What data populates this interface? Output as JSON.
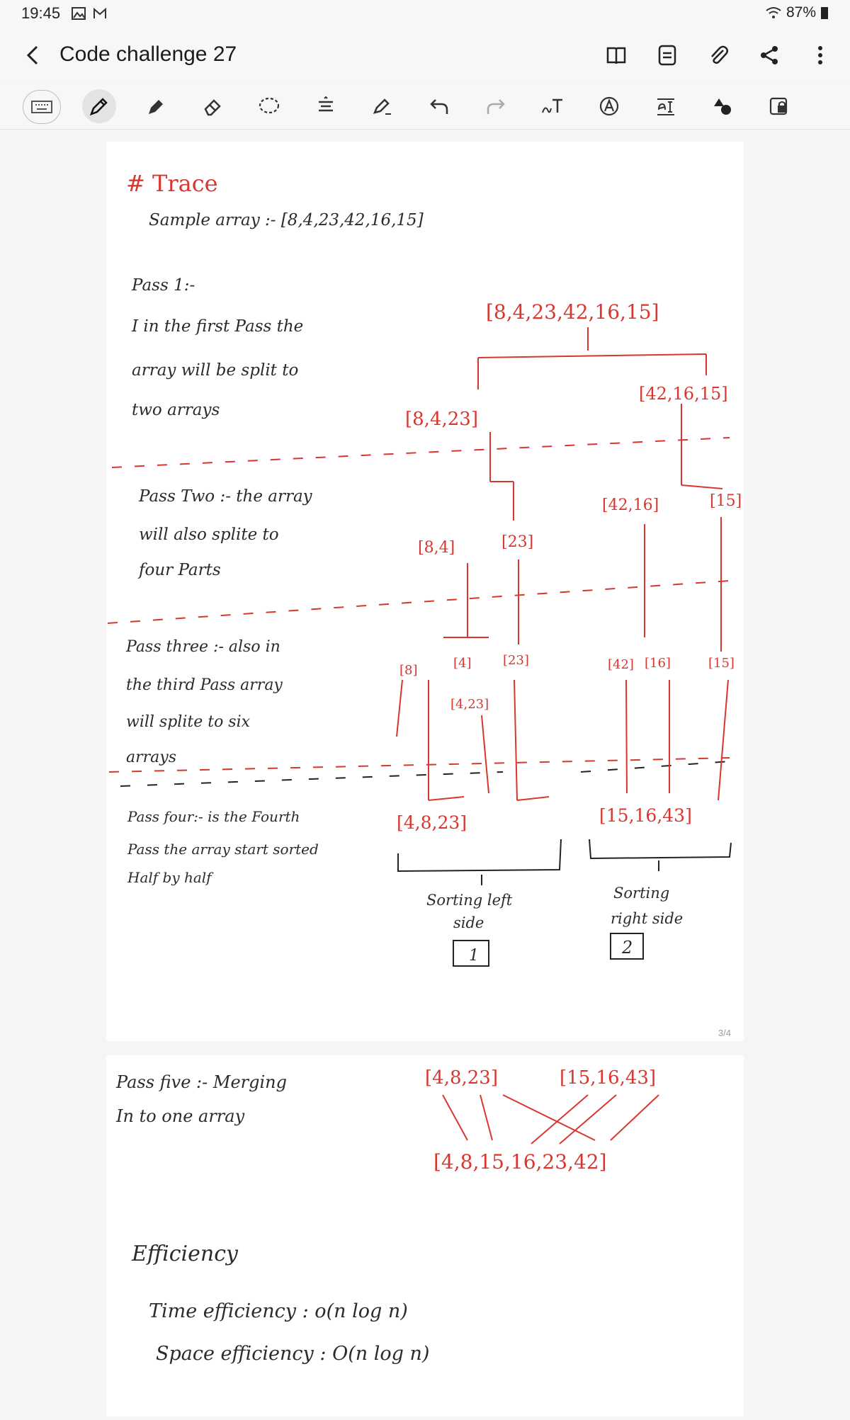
{
  "status": {
    "time": "19:45",
    "battery": "87%"
  },
  "header": {
    "title": "Code challenge  27"
  },
  "toolbar": {
    "tools": [
      "keyboard",
      "pen",
      "highlighter",
      "eraser",
      "lasso-select",
      "text-format",
      "shape-pen",
      "undo",
      "redo",
      "handwriting-to-text",
      "text-style",
      "text-box",
      "fill-shapes",
      "read-only-lock"
    ]
  },
  "page1": {
    "page_number": "3/4",
    "heading": "# Trace",
    "sample": "Sample array :- [8,4,23,42,16,15]",
    "pass1_label": "Pass 1:-",
    "pass1_lines": [
      "I in the first Pass the",
      "array will be split to",
      "two arrays"
    ],
    "pass2_lines": [
      "Pass Two :- the array",
      "will also splite to",
      "four Parts"
    ],
    "pass3_lines": [
      "Pass three :- also in",
      "the third Pass array",
      "will splite to six",
      "arrays"
    ],
    "pass4_lines": [
      "Pass four:- is the Fourth",
      "Pass the array start sorted",
      "Half by half"
    ],
    "tree": {
      "root": "[8,4,23,42,16,15]",
      "left": "[8,4,23]",
      "right": "[42,16,15]",
      "left_left": "[8,4]",
      "left_right": "[23]",
      "right_left": "[42,16]",
      "right_right": "[15]",
      "leaves": [
        "[8]",
        "[4]",
        "[23]",
        "[42]",
        "[16]",
        "[15]"
      ],
      "left_merge_mid": "[4,23]",
      "sorted_left": "[4,8,23]",
      "sorted_right": "[15,16,43]"
    },
    "sorting_left": [
      "Sorting left",
      "side"
    ],
    "sorting_right": [
      "Sorting",
      "right side"
    ],
    "marker_1": "1",
    "marker_2": "2"
  },
  "page2": {
    "pass5_lines": [
      "Pass five :- Merging",
      "In to one array"
    ],
    "merge_left": "[4,8,23]",
    "merge_right": "[15,16,43]",
    "merged": "[4,8,15,16,23,42]",
    "efficiency_title": "Efficiency",
    "time_eff": "Time efficiency : o(n log n)",
    "space_eff": "Space efficiency : O(n log n)"
  }
}
